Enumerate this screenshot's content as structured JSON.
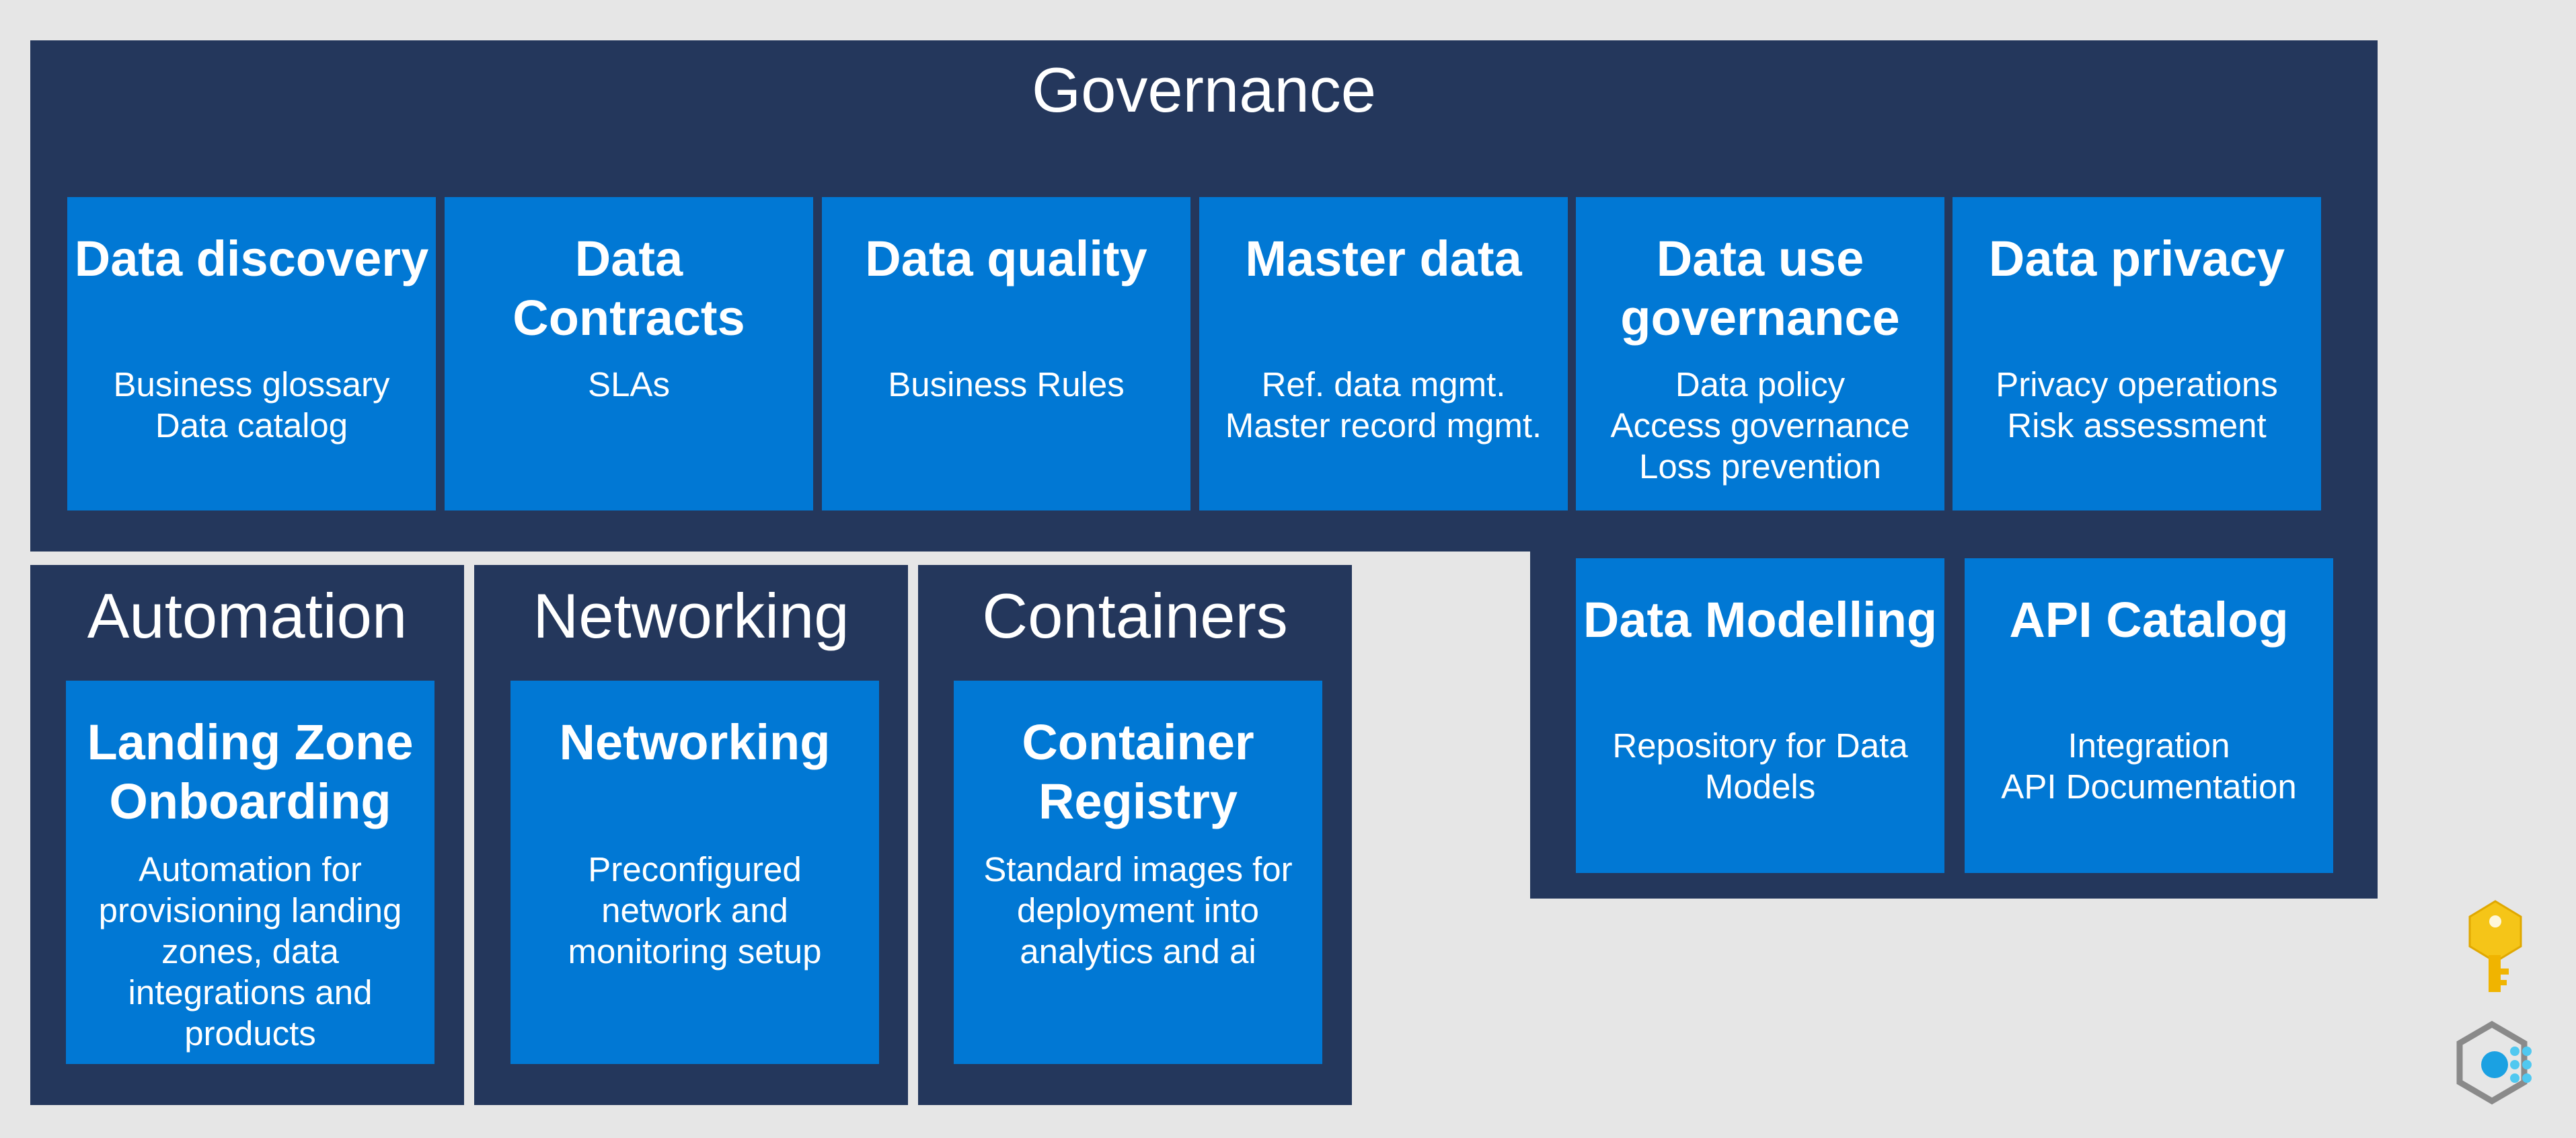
{
  "governance": {
    "title": "Governance",
    "cards": [
      {
        "title": "Data discovery",
        "body": "Business glossary\nData catalog"
      },
      {
        "title": "Data\nContracts",
        "body": "SLAs"
      },
      {
        "title": "Data quality",
        "body": "Business Rules"
      },
      {
        "title": "Master data",
        "body": "Ref. data mgmt.\nMaster record mgmt."
      },
      {
        "title": "Data use\ngovernance",
        "body": "Data policy\nAccess governance\nLoss prevention"
      },
      {
        "title": "Data privacy",
        "body": "Privacy operations\nRisk assessment"
      }
    ],
    "lower_cards": [
      {
        "title": "Data Modelling",
        "body": "Repository for Data\nModels"
      },
      {
        "title": "API Catalog",
        "body": "Integration\nAPI Documentation"
      }
    ]
  },
  "automation": {
    "title": "Automation",
    "card": {
      "title": "Landing Zone\nOnboarding",
      "body": "Automation for\nprovisioning landing\nzones, data\nintegrations and\nproducts"
    }
  },
  "networking": {
    "title": "Networking",
    "card": {
      "title": "Networking",
      "body": "Preconfigured\nnetwork and\nmonitoring setup"
    }
  },
  "containers": {
    "title": "Containers",
    "card": {
      "title": "Container\nRegistry",
      "body": "Standard images for\ndeployment into\nanalytics and ai"
    }
  },
  "colors": {
    "background": "#e6e6e6",
    "panel": "#24375c",
    "card": "#0178d4",
    "text": "#ffffff",
    "key_icon": "#f5c518"
  },
  "icons": [
    "key-vault-icon",
    "container-registry-icon"
  ]
}
